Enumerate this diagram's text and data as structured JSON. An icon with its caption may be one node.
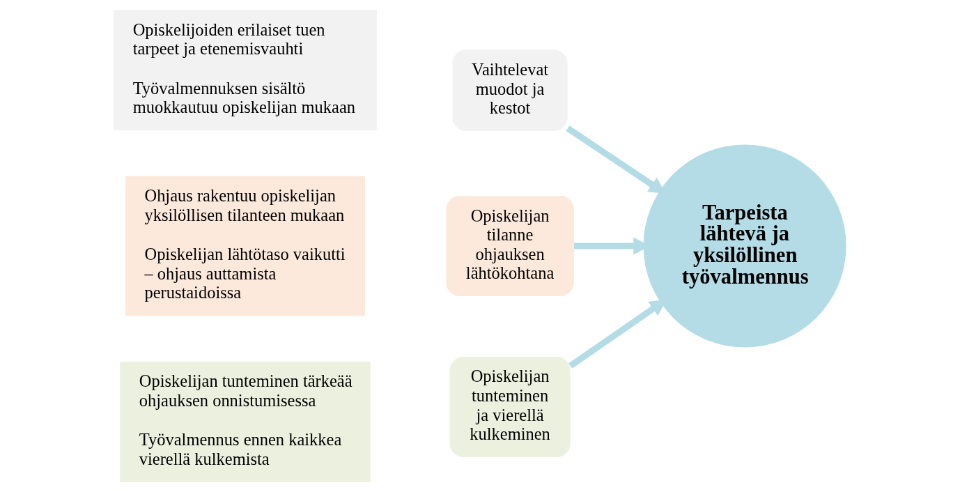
{
  "diagram": {
    "nodes": [
      {
        "text": [
          "Opiskelijoiden erilaiset tuen tarpeet ja etenemisvauhti",
          "Työvalmennuksen sisältö muokkautuu opiskelijan mukaan"
        ]
      },
      {
        "text": [
          "Vaihtelevat muodot ja kestot"
        ]
      },
      {
        "text": [
          "Ohjaus rakentuu opiskelijan yksilöllisen tilanteen mukaan",
          "Opiskelijan lähtötaso vaikutti – ohjaus auttamista perustaidoissa"
        ]
      },
      {
        "text": [
          "Opiskelijan tilanne ohjauksen lähtökohtana"
        ]
      },
      {
        "text": [
          "Opiskelijan tunteminen tärkeää ohjauksen onnistumisessa",
          "Työvalmennus ennen kaikkea vierellä kulkemista"
        ]
      },
      {
        "text": [
          "Opiskelijan tunteminen ja vierellä kulkeminen"
        ]
      },
      {
        "text": [
          "Tarpeista lähtevä ja yksilöllinen työvalmennus"
        ]
      }
    ],
    "edges": [
      {
        "from": 1,
        "to": 6,
        "arrow": "to"
      },
      {
        "from": 3,
        "to": 6,
        "arrow": "to"
      },
      {
        "from": 5,
        "to": 6,
        "arrow": "to"
      }
    ]
  }
}
